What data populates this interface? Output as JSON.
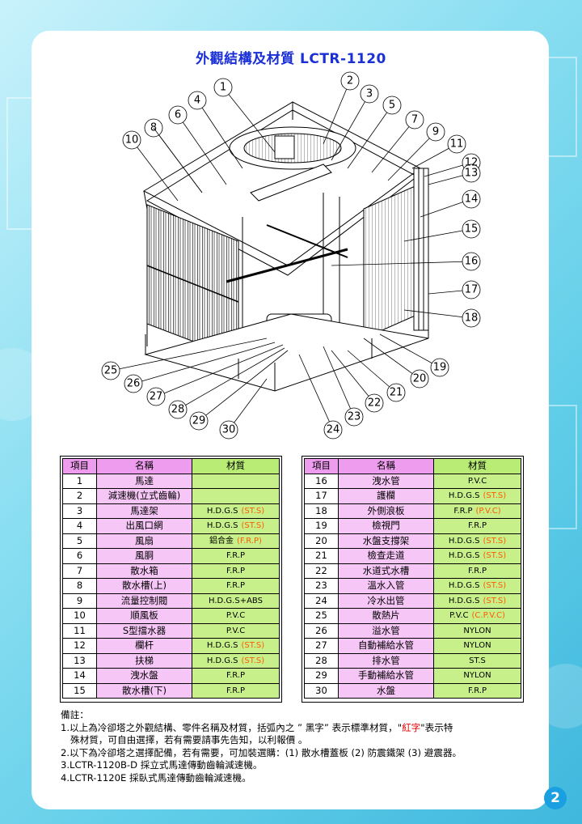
{
  "title": "外觀結構及材質 LCTR-1120",
  "diagram_callouts": [
    "1",
    "2",
    "3",
    "4",
    "5",
    "6",
    "7",
    "8",
    "9",
    "10",
    "11",
    "12",
    "13",
    "14",
    "15",
    "16",
    "17",
    "18",
    "19",
    "20",
    "21",
    "22",
    "23",
    "24",
    "25",
    "26",
    "27",
    "28",
    "29",
    "30"
  ],
  "table_headers": {
    "no": "項目",
    "name": "名稱",
    "material": "材質"
  },
  "left_table": [
    {
      "no": "1",
      "name": "馬達",
      "mat": "",
      "alt": ""
    },
    {
      "no": "2",
      "name": "減速機(立式齒輪)",
      "mat": "",
      "alt": ""
    },
    {
      "no": "3",
      "name": "馬達架",
      "mat": "H.D.G.S",
      "alt": "(ST.S)"
    },
    {
      "no": "4",
      "name": "出風口網",
      "mat": "H.D.G.S",
      "alt": "(ST.S)"
    },
    {
      "no": "5",
      "name": "風扇",
      "mat": "鋁合金",
      "alt": "(F.R.P)"
    },
    {
      "no": "6",
      "name": "風胴",
      "mat": "F.R.P",
      "alt": ""
    },
    {
      "no": "7",
      "name": "散水箱",
      "mat": "F.R.P",
      "alt": ""
    },
    {
      "no": "8",
      "name": "散水槽(上)",
      "mat": "F.R.P",
      "alt": ""
    },
    {
      "no": "9",
      "name": "流量控制閥",
      "mat": "H.D.G.S+ABS",
      "alt": ""
    },
    {
      "no": "10",
      "name": "順風板",
      "mat": "P.V.C",
      "alt": ""
    },
    {
      "no": "11",
      "name": "S型擋水器",
      "mat": "P.V.C",
      "alt": ""
    },
    {
      "no": "12",
      "name": "欄杆",
      "mat": "H.D.G.S",
      "alt": "(ST.S)"
    },
    {
      "no": "13",
      "name": "扶梯",
      "mat": "H.D.G.S",
      "alt": "(ST.S)"
    },
    {
      "no": "14",
      "name": "洩水盤",
      "mat": "F.R.P",
      "alt": ""
    },
    {
      "no": "15",
      "name": "散水槽(下)",
      "mat": "F.R.P",
      "alt": ""
    }
  ],
  "right_table": [
    {
      "no": "16",
      "name": "洩水管",
      "mat": "P.V.C",
      "alt": ""
    },
    {
      "no": "17",
      "name": "護欄",
      "mat": "H.D.G.S",
      "alt": "(ST.S)"
    },
    {
      "no": "18",
      "name": "外側浪板",
      "mat": "F.R.P",
      "alt": "(P.V.C)"
    },
    {
      "no": "19",
      "name": "檢視門",
      "mat": "F.R.P",
      "alt": ""
    },
    {
      "no": "20",
      "name": "水盤支撐架",
      "mat": "H.D.G.S",
      "alt": "(ST.S)"
    },
    {
      "no": "21",
      "name": "檢查走道",
      "mat": "H.D.G.S",
      "alt": "(ST.S)"
    },
    {
      "no": "22",
      "name": "水道式水槽",
      "mat": "F.R.P",
      "alt": ""
    },
    {
      "no": "23",
      "name": "溫水入管",
      "mat": "H.D.G.S",
      "alt": "(ST.S)"
    },
    {
      "no": "24",
      "name": "冷水出管",
      "mat": "H.D.G.S",
      "alt": "(ST.S)"
    },
    {
      "no": "25",
      "name": "散熱片",
      "mat": "P.V.C",
      "alt": "(C.P.V.C)"
    },
    {
      "no": "26",
      "name": "溢水管",
      "mat": "NYLON",
      "alt": ""
    },
    {
      "no": "27",
      "name": "自動補給水管",
      "mat": "NYLON",
      "alt": ""
    },
    {
      "no": "28",
      "name": "排水管",
      "mat": "ST.S",
      "alt": ""
    },
    {
      "no": "29",
      "name": "手動補給水管",
      "mat": "NYLON",
      "alt": ""
    },
    {
      "no": "30",
      "name": "水盤",
      "mat": "F.R.P",
      "alt": ""
    }
  ],
  "notes": {
    "heading": "備註：",
    "line1a": "1.以上為冷卻塔之外觀結構、零件名稱及材質，括弧內之 ” 黑字” 表示標準材質，\"",
    "line1red": "紅字",
    "line1b": "\"表示特",
    "line1c": "殊材質，可自由選擇，若有需要請事先告知，以利報價 。",
    "line2": "2.以下為冷卻塔之選擇配備，若有需要，可加裝選購：(1) 散水槽蓋板 (2) 防震鐵架 (3) 避震器。",
    "line3": "3.LCTR-1120B-D 採立式馬達傳動齒輪減速機。",
    "line4": "4.LCTR-1120E 採臥式馬達傳動齒輪減速機。"
  },
  "page_number": "2",
  "colors": {
    "title": "#1a2fd6",
    "header_pink": "#ee9cee",
    "name_pink": "#f6c6f6",
    "material_green": "#c8f08a",
    "alt_orange": "#ff5a00",
    "page_badge": "#1a9fe0"
  }
}
